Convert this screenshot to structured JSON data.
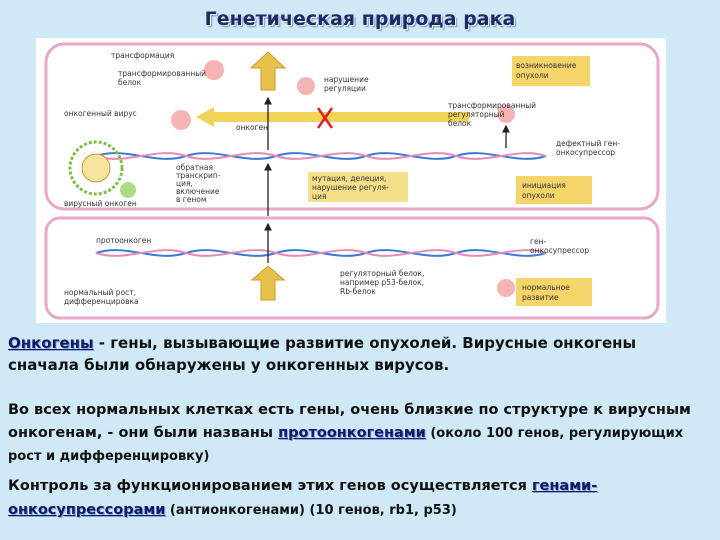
{
  "title": "Генетическая природа рака",
  "figure": {
    "labels": {
      "transformation": "трансформация",
      "transformed_protein_1": "трансформированный",
      "transformed_protein_2": "белок",
      "regulation_disorder_1": "нарушение",
      "regulation_disorder_2": "регуляции",
      "tumor_onset_1": "возникновение",
      "tumor_onset_2": "опухоли",
      "oncogenic_virus": "онкогенный вирус",
      "oncogene": "онкоген",
      "transformed_reg_1": "трансформированный",
      "transformed_reg_2": "регуляторный",
      "transformed_reg_3": "белок",
      "defective_gene_1": "дефектный ген-",
      "defective_gene_2": "онкосупрессор",
      "reverse_tr_1": "обратная",
      "reverse_tr_2": "транскрип-",
      "reverse_tr_3": "ция,",
      "reverse_tr_4": "включение",
      "reverse_tr_5": "в геном",
      "mutation_1": "мутация, делеция,",
      "mutation_2": "нарушение регуля-",
      "mutation_3": "ция",
      "tumor_init_1": "инициация",
      "tumor_init_2": "опухоли",
      "viral_oncogene": "вирусный онкоген",
      "protooncogene": "протоонкоген",
      "suppressor_gene_1": "ген-",
      "suppressor_gene_2": "онкосупрессор",
      "reg_protein_1": "регуляторный белок,",
      "reg_protein_2": "например р53-белок,",
      "reg_protein_3": "Rb-белок",
      "normal_growth_1": "нормальный рост,",
      "normal_growth_2": "дифференцировка",
      "normal_dev_1": "нормальное",
      "normal_dev_2": "развитие"
    }
  },
  "text": {
    "p1_term": "Онкогены",
    "p1_rest": " - гены, вызывающие развитие опухолей. Вирусные онкогены сначала были обнаружены у онкогенных вирусов.",
    "p2_start": "Во всех нормальных клетках есть гены, очень близкие по структуре к вирусным онкогенам, - они были названы ",
    "p2_term": "протоонкогенами",
    "p2_small": " (около 100 генов, регулирующих рост и дифференцировку)",
    "p3_start": "Контроль за функционированием этих генов осуществляется ",
    "p3_term": "генами-онкосупрессорами",
    "p3_small": " (антионкогенами) (10 генов, rb1, p53)"
  },
  "colors": {
    "background": "#cfe9f7",
    "title": "#1b2a6b",
    "membrane": "#e8a6c8",
    "box_fill": "#f5d46a",
    "dna_blue": "#3a7bd5",
    "dna_pink": "#e58ab8",
    "arrow": "#e8c14a"
  }
}
